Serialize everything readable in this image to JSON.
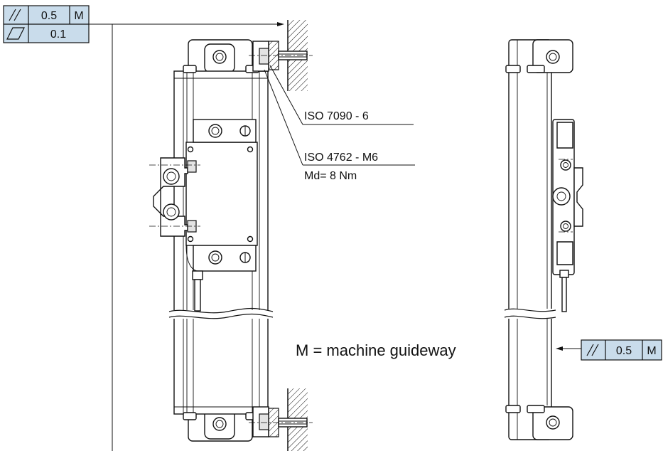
{
  "fcf_top": {
    "row1": {
      "symbol": "parallelism-icon",
      "tolerance": "0.5",
      "datum": "M"
    },
    "row2": {
      "symbol": "flatness-icon",
      "tolerance": "0.1"
    }
  },
  "fcf_right": {
    "symbol": "parallelism-icon",
    "tolerance": "0.5",
    "datum": "M"
  },
  "callouts": {
    "washer": "ISO 7090 - 6",
    "screw": "ISO 4762 - M6",
    "torque": "Md= 8 Nm"
  },
  "legend": {
    "datum_note": "M = machine guideway"
  },
  "colors": {
    "line": "#111111",
    "fcf_fill": "#c9dceb",
    "shade": "#e3e3e3"
  }
}
